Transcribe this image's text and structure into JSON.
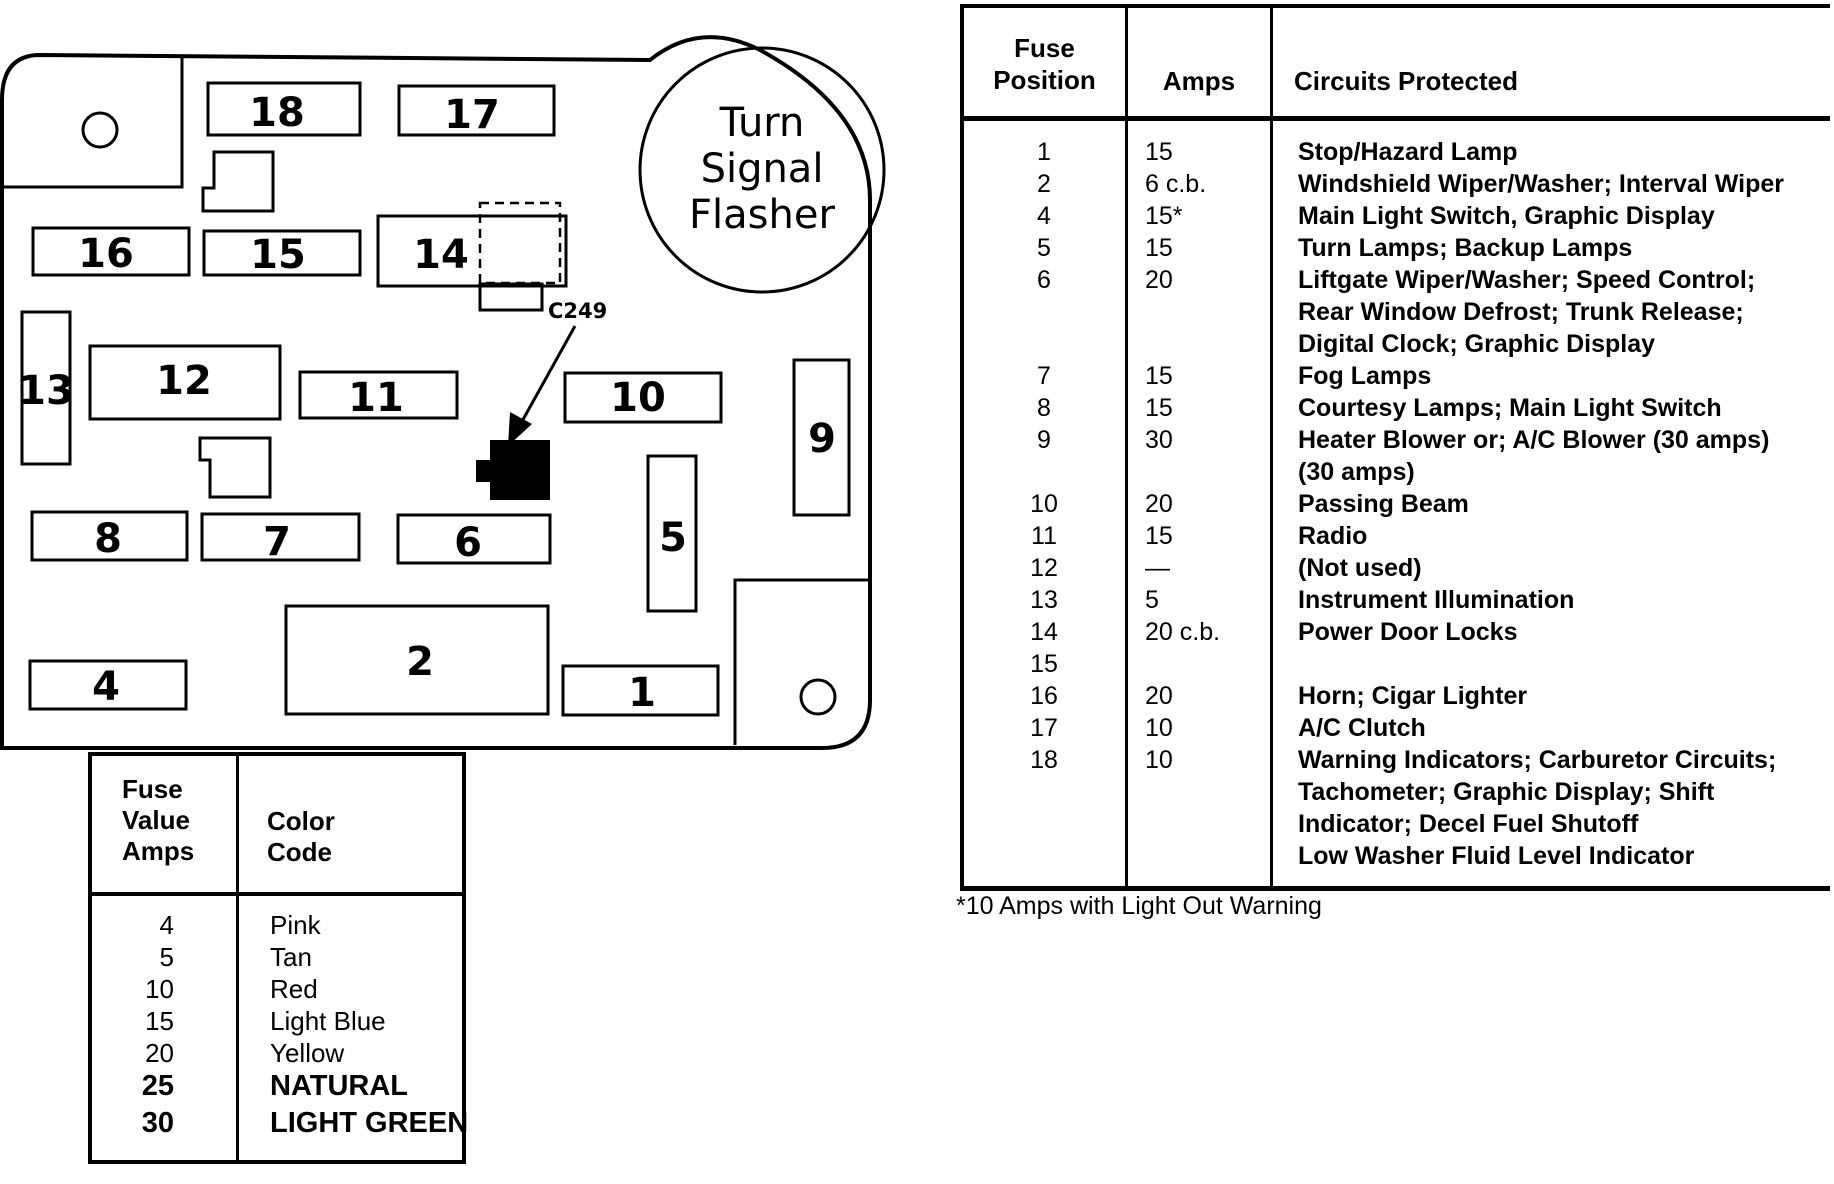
{
  "flasher": {
    "lines": [
      "Turn",
      "Signal",
      "Flasher"
    ]
  },
  "connector": {
    "label": "C249"
  },
  "fuses": [
    {
      "id": "18",
      "label": "18"
    },
    {
      "id": "17",
      "label": "17"
    },
    {
      "id": "16",
      "label": "16"
    },
    {
      "id": "15",
      "label": "15"
    },
    {
      "id": "14",
      "label": "14"
    },
    {
      "id": "13",
      "label": "13"
    },
    {
      "id": "12",
      "label": "12"
    },
    {
      "id": "11",
      "label": "11"
    },
    {
      "id": "10",
      "label": "10"
    },
    {
      "id": "9",
      "label": "9"
    },
    {
      "id": "8",
      "label": "8"
    },
    {
      "id": "7",
      "label": "7"
    },
    {
      "id": "6",
      "label": "6"
    },
    {
      "id": "5",
      "label": "5"
    },
    {
      "id": "4",
      "label": "4"
    },
    {
      "id": "2",
      "label": "2"
    },
    {
      "id": "1",
      "label": "1"
    }
  ],
  "color_table": {
    "header_amps": "Fuse\nValue\nAmps",
    "header_color": "Color\nCode",
    "rows": [
      {
        "amps": "4",
        "color": "Pink"
      },
      {
        "amps": "5",
        "color": "Tan"
      },
      {
        "amps": "10",
        "color": "Red"
      },
      {
        "amps": "15",
        "color": "Light Blue"
      },
      {
        "amps": "20",
        "color": "Yellow"
      },
      {
        "amps": "25",
        "color": "NATURAL"
      },
      {
        "amps": "30",
        "color": "LIGHT GREEN"
      }
    ]
  },
  "fuse_table": {
    "header_position": "Fuse\nPosition",
    "header_amps": "Amps",
    "header_circuits": "Circuits Protected",
    "rows": [
      {
        "position": "1",
        "amps": "15",
        "circuits": "Stop/Hazard Lamp"
      },
      {
        "position": "2",
        "amps": "6 c.b.",
        "circuits": "Windshield Wiper/Washer; Interval Wiper"
      },
      {
        "position": "4",
        "amps": "15*",
        "circuits": "Main Light Switch, Graphic Display"
      },
      {
        "position": "5",
        "amps": "15",
        "circuits": "Turn Lamps; Backup Lamps"
      },
      {
        "position": "6",
        "amps": "20",
        "circuits": "Liftgate Wiper/Washer; Speed Control;\n  Rear Window Defrost; Trunk Release;\n  Digital Clock; Graphic Display"
      },
      {
        "position": "7",
        "amps": "15",
        "circuits": "Fog Lamps"
      },
      {
        "position": "8",
        "amps": "15",
        "circuits": "Courtesy Lamps; Main Light Switch"
      },
      {
        "position": "9",
        "amps": "30",
        "circuits": "Heater Blower or; A/C Blower (30 amps)\n  (30 amps)"
      },
      {
        "position": "10",
        "amps": "20",
        "circuits": "Passing Beam"
      },
      {
        "position": "11",
        "amps": "15",
        "circuits": "Radio"
      },
      {
        "position": "12",
        "amps": "—",
        "circuits": "(Not used)"
      },
      {
        "position": "13",
        "amps": "5",
        "circuits": "Instrument Illumination"
      },
      {
        "position": "14",
        "amps": "20 c.b.",
        "circuits": "Power Door Locks"
      },
      {
        "position": "15",
        "amps": "",
        "circuits": ""
      },
      {
        "position": "16",
        "amps": "20",
        "circuits": "Horn; Cigar Lighter"
      },
      {
        "position": "17",
        "amps": "10",
        "circuits": "A/C Clutch"
      },
      {
        "position": "18",
        "amps": "10",
        "circuits": "Warning Indicators; Carburetor Circuits;\n  Tachometer; Graphic Display; Shift\n  Indicator; Decel Fuel Shutoff\n  Low Washer Fluid Level Indicator"
      }
    ],
    "footnote": "*10 Amps with Light Out Warning"
  }
}
